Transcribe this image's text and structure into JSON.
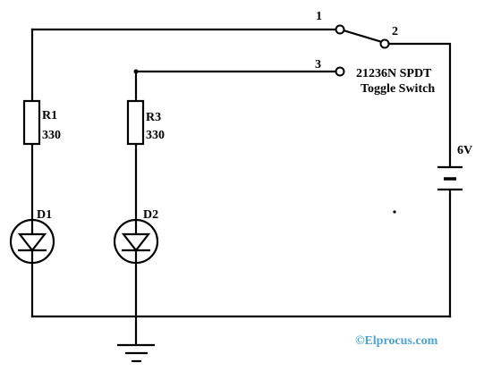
{
  "switch": {
    "pin1": "1",
    "pin2": "2",
    "pin3": "3",
    "part_number": "21236N SPDT",
    "description": "Toggle Switch"
  },
  "battery": {
    "voltage": "6V"
  },
  "resistors": [
    {
      "name": "R1",
      "value": "330"
    },
    {
      "name": "R3",
      "value": "330"
    }
  ],
  "leds": [
    {
      "name": "D1"
    },
    {
      "name": "D2"
    }
  ],
  "watermark": "©Elprocus.com",
  "colors": {
    "wire": "#000000",
    "watermark": "#4da3d6"
  }
}
